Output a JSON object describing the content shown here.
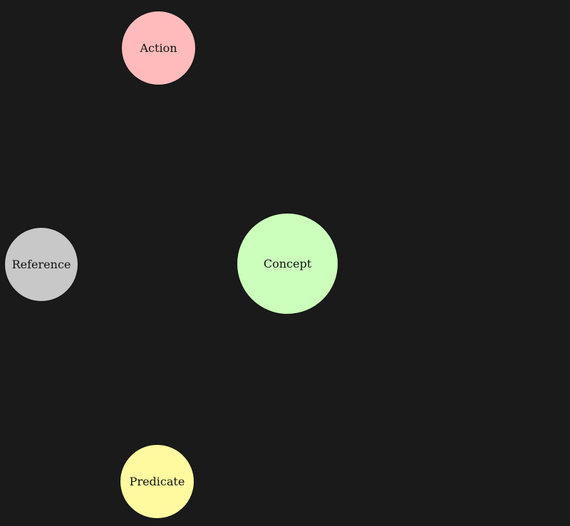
{
  "nodes": {
    "action": {
      "label": "Action",
      "color": "#ffbbbb"
    },
    "reference": {
      "label": "Reference",
      "color": "#c8c8c8"
    },
    "concept": {
      "label": "Concept",
      "color": "#ccffbb"
    },
    "predicate": {
      "label": "Predicate",
      "color": "#fffaa0"
    }
  },
  "background_color": "#1a1a1a"
}
